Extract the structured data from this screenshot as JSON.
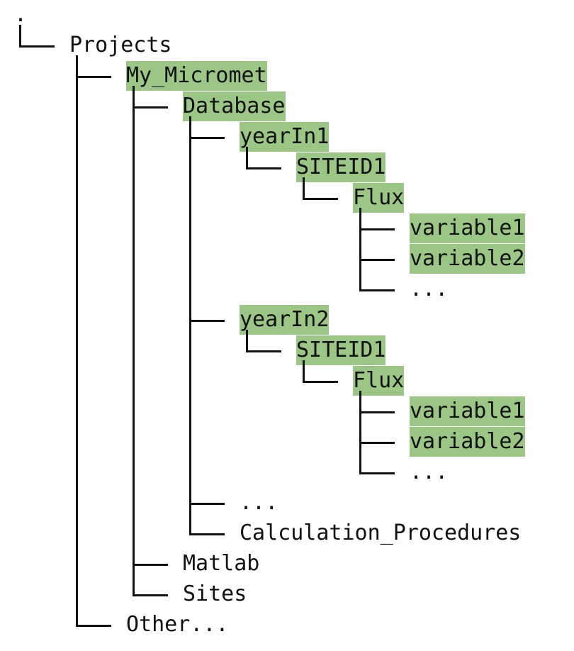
{
  "tree": {
    "root": ".",
    "highlight_color": "#9bc685",
    "nodes": [
      {
        "label": "Projects",
        "depth": 0,
        "last": true,
        "highlight": false
      },
      {
        "label": "My_Micromet",
        "depth": 1,
        "last": false,
        "highlight": true
      },
      {
        "label": "Database",
        "depth": 2,
        "last": false,
        "highlight": true
      },
      {
        "label": "yearIn1",
        "depth": 3,
        "last": false,
        "highlight": true
      },
      {
        "label": "SITEID1",
        "depth": 4,
        "last": true,
        "highlight": true
      },
      {
        "label": "Flux",
        "depth": 5,
        "last": true,
        "highlight": true
      },
      {
        "label": "variable1",
        "depth": 6,
        "last": false,
        "highlight": true
      },
      {
        "label": "variable2",
        "depth": 6,
        "last": false,
        "highlight": true
      },
      {
        "label": "...",
        "depth": 6,
        "last": true,
        "highlight": false
      },
      {
        "label": "yearIn2",
        "depth": 3,
        "last": false,
        "highlight": true
      },
      {
        "label": "SITEID1",
        "depth": 4,
        "last": true,
        "highlight": true
      },
      {
        "label": "Flux",
        "depth": 5,
        "last": true,
        "highlight": true
      },
      {
        "label": "variable1",
        "depth": 6,
        "last": false,
        "highlight": true
      },
      {
        "label": "variable2",
        "depth": 6,
        "last": false,
        "highlight": true
      },
      {
        "label": "...",
        "depth": 6,
        "last": true,
        "highlight": false
      },
      {
        "label": "...",
        "depth": 3,
        "last": false,
        "highlight": false
      },
      {
        "label": "Calculation_Procedures",
        "depth": 3,
        "last": true,
        "highlight": false
      },
      {
        "label": "Matlab",
        "depth": 2,
        "last": false,
        "highlight": false
      },
      {
        "label": "Sites",
        "depth": 2,
        "last": true,
        "highlight": false
      },
      {
        "label": "Other...",
        "depth": 1,
        "last": true,
        "highlight": false
      }
    ]
  }
}
